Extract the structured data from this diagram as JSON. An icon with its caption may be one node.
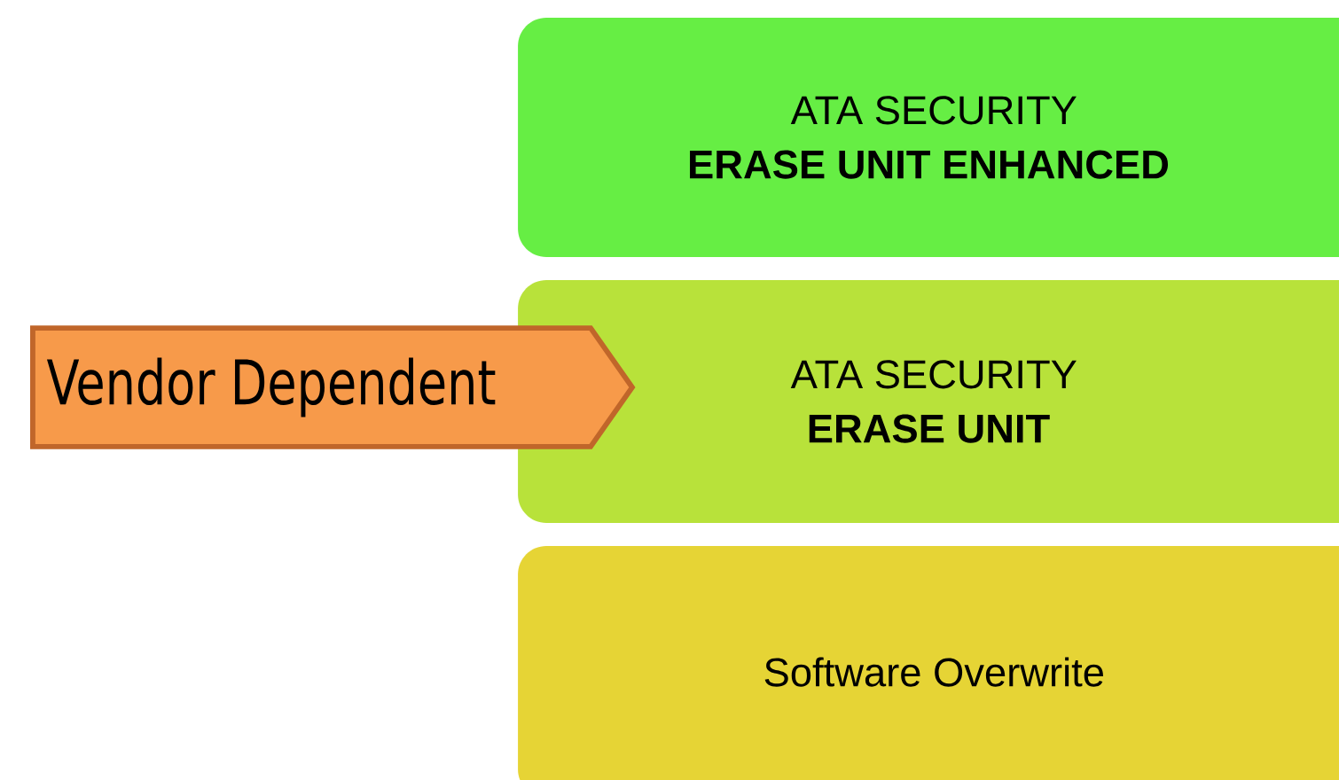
{
  "diagram": {
    "nodes": [
      {
        "text": [
          "ATA SECURITY",
          "ERASE UNIT ENHANCED"
        ]
      },
      {
        "text": [
          "ATA SECURITY",
          "ERASE UNIT"
        ]
      },
      {
        "text": [
          "Software Overwrite"
        ]
      },
      {
        "text": [
          "Vendor Dependent"
        ]
      }
    ]
  }
}
